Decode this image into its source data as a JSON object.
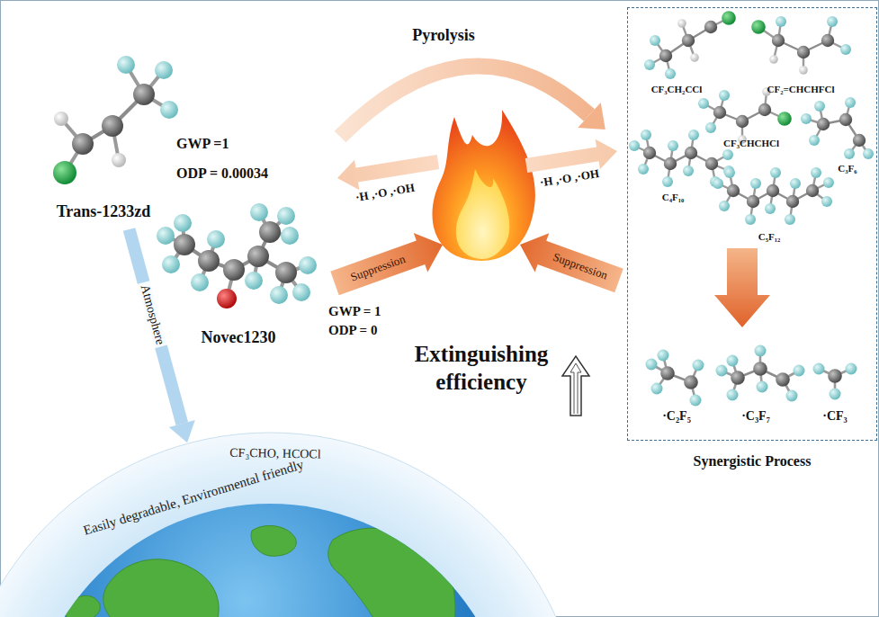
{
  "diagram": {
    "nodes": [
      {
        "text": [
          "Trans-1233zd"
        ]
      },
      {
        "text": [
          "Novec1230"
        ]
      },
      {
        "text": [
          "Synergistic Process"
        ]
      },
      {
        "text": [
          "CF₃CHO, HCOCl",
          "Easily degradable, Environmental friendly"
        ]
      }
    ],
    "edges": [
      {
        "from": 0,
        "to": 3,
        "arrow": "to",
        "label": "Atmosphere"
      }
    ],
    "labels": [
      "Pyrolysis",
      "GWP =1",
      "ODP = 0.00034",
      "·H ,·O ,·OH",
      "·H ,·O ,·OH",
      "Suppression",
      "Suppression",
      "GWP = 1",
      "ODP = 0",
      "Extinguishing efficiency",
      "CF₃CH₂CCl",
      "CF₂=CHCHFCl",
      "CF₃CHCHCl",
      "C₃F₆",
      "C₄F₁₀",
      "C₅F₁₂",
      "·C₂F₅",
      "·C₃F₇",
      "·CF₃"
    ]
  }
}
